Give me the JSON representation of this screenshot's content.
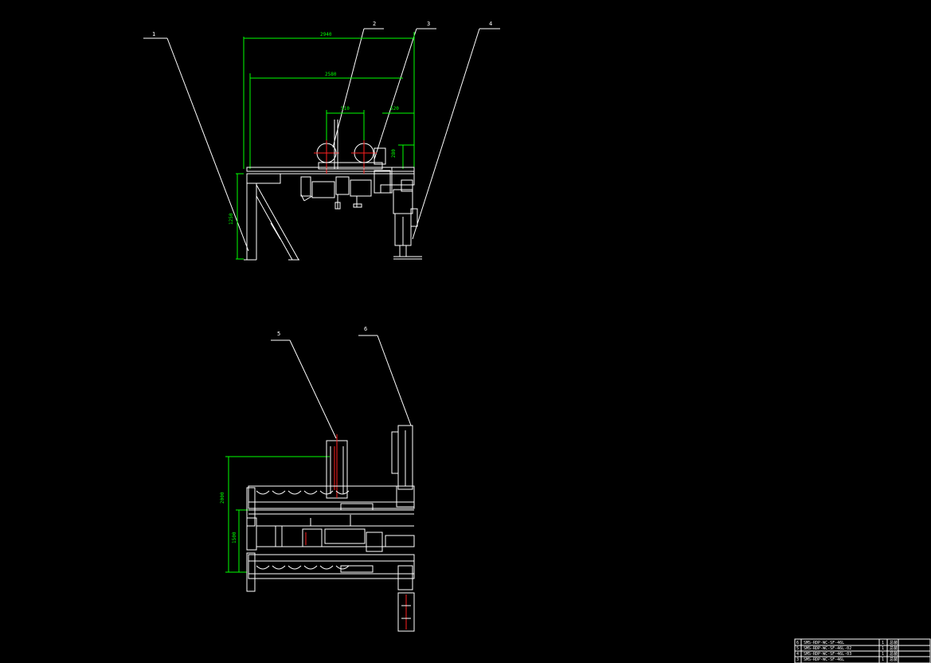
{
  "callouts": [
    "1",
    "2",
    "3",
    "4",
    "5",
    "6"
  ],
  "dimensions": {
    "overall_width": "2940",
    "inner_width": "2580",
    "pitch_left": "510",
    "pitch_right": "520",
    "roller_height": "280",
    "table_height": "1250",
    "plan_depth": "2000",
    "plan_rail": "1500"
  },
  "title_block": {
    "rows": [
      {
        "no": "6",
        "name": "SMS-RDP-WC-SF-46L",
        "qty": "1",
        "note": "总装"
      },
      {
        "no": "5",
        "name": "SMS-RDP-WC-SF-46L-02",
        "qty": "1",
        "note": "总装"
      },
      {
        "no": "4",
        "name": "SMS-RDP-WC-SF-46L-03",
        "qty": "1",
        "note": "总装"
      },
      {
        "no": "3",
        "name": "SMS-RDP-WC-SF-46L",
        "qty": "1",
        "note": "总装"
      }
    ]
  },
  "colors": {
    "background": "#000000",
    "lines": "#ffffff",
    "dimensions": "#00ff00",
    "centerlines": "#ff2020"
  }
}
